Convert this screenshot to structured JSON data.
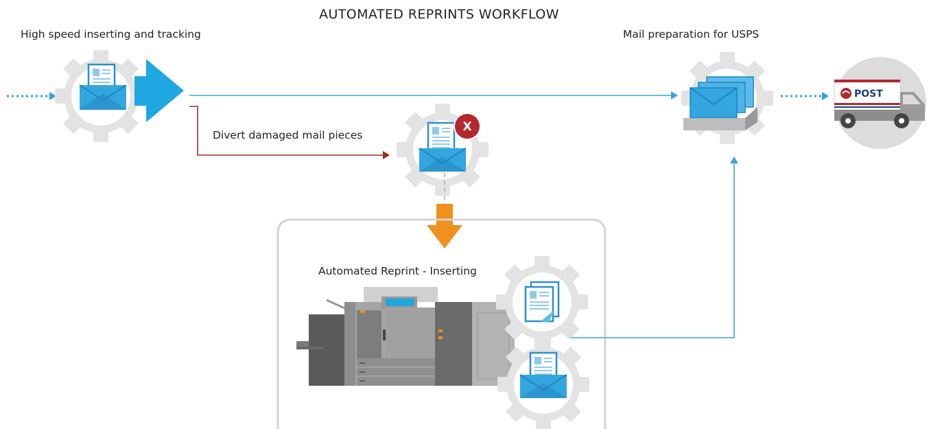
{
  "title": "AUTOMATED REPRINTS WORKFLOW",
  "stages": {
    "inserting": {
      "label": "High speed inserting and tracking"
    },
    "mail_prep": {
      "label": "Mail preparation for USPS"
    },
    "divert": {
      "label": "Divert damaged mail pieces"
    },
    "reprint": {
      "label": "Automated Reprint - Inserting"
    }
  },
  "truck": {
    "sign": "POST"
  },
  "error_badge": "X",
  "icons": [
    "gear-icon",
    "envelope-icon",
    "document-icon",
    "error-icon",
    "mail-tray-icon",
    "post-truck-icon",
    "printer-icon",
    "arrow-icon"
  ],
  "colors": {
    "flow_blue": "#3aa3dc",
    "arrow_blue": "#1ea7e1",
    "divert_red": "#9e2b25",
    "down_orange": "#f0901d",
    "gear_gray": "#e3e3e3",
    "badge_red": "#b3282d"
  }
}
